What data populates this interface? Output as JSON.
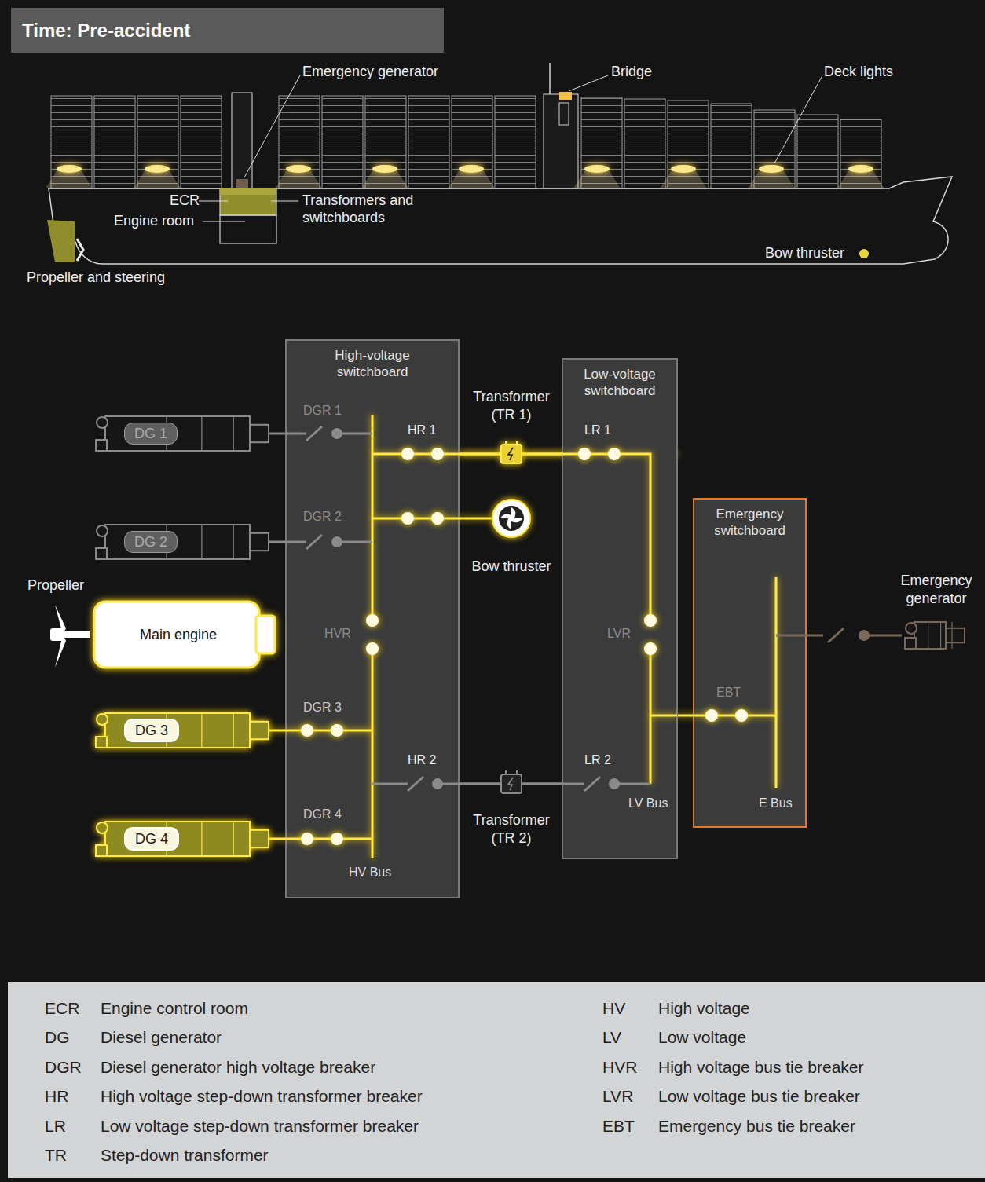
{
  "diagram": {
    "title": "Time: Pre-accident",
    "nodes": [
      {
        "text": [
          "High-voltage switchboard"
        ]
      },
      {
        "text": [
          "Transformer (TR 1)"
        ]
      },
      {
        "text": [
          "Low-voltage switchboard"
        ]
      },
      {
        "text": [
          "DG 1"
        ]
      },
      {
        "text": [
          "DG 2"
        ]
      },
      {
        "text": [
          "Bow thruster"
        ]
      },
      {
        "text": [
          "Emergency switchboard"
        ]
      },
      {
        "text": [
          "Propeller"
        ]
      },
      {
        "text": [
          "Emergency generator"
        ]
      },
      {
        "text": [
          "Main engine"
        ]
      },
      {
        "text": [
          "DG 3"
        ]
      },
      {
        "text": [
          "DG 4"
        ]
      },
      {
        "text": [
          "Transformer (TR 2)"
        ]
      }
    ],
    "edges": [
      {
        "from": 3,
        "to": 0,
        "arrow": "none"
      },
      {
        "from": 4,
        "to": 0,
        "arrow": "none"
      },
      {
        "from": 0,
        "to": 1,
        "arrow": "none"
      },
      {
        "from": 0,
        "to": 5,
        "arrow": "none"
      },
      {
        "from": 1,
        "to": 2,
        "arrow": "none"
      },
      {
        "from": 9,
        "to": 7,
        "arrow": "none"
      },
      {
        "from": 10,
        "to": 0,
        "arrow": "none"
      },
      {
        "from": 11,
        "to": 0,
        "arrow": "none"
      },
      {
        "from": 0,
        "to": 12,
        "arrow": "none"
      },
      {
        "from": 12,
        "to": 2,
        "arrow": "none"
      },
      {
        "from": 2,
        "to": 6,
        "arrow": "none"
      },
      {
        "from": 8,
        "to": 6,
        "arrow": "none"
      }
    ],
    "labels": [
      "Emergency generator",
      "Bridge",
      "Deck lights",
      "ECR",
      "Engine room",
      "Transformers and switchboards",
      "Propeller and steering",
      "Bow thruster",
      "DGR 1",
      "HR 1",
      "LR 1",
      "DGR 2",
      "HVR",
      "LVR",
      "EBT",
      "DGR 3",
      "HR 2",
      "LR 2",
      "LV Bus",
      "E Bus",
      "DGR 4",
      "HV Bus",
      "ECR",
      "DG",
      "DGR",
      "HR",
      "LR",
      "TR",
      "HV",
      "LV",
      "HVR",
      "LVR",
      "EBT"
    ],
    "legend": [
      {
        "text": "Engine control room"
      },
      {
        "text": "Diesel generator"
      },
      {
        "text": "Diesel generator high voltage breaker"
      },
      {
        "text": "High voltage step-down transformer breaker"
      },
      {
        "text": "Low voltage step-down transformer breaker"
      },
      {
        "text": "Step-down transformer"
      },
      {
        "text": "High voltage"
      },
      {
        "text": "Low voltage"
      },
      {
        "text": "High voltage bus tie breaker"
      },
      {
        "text": "Low voltage bus tie breaker"
      },
      {
        "text": "Emergency bus tie breaker"
      }
    ]
  }
}
